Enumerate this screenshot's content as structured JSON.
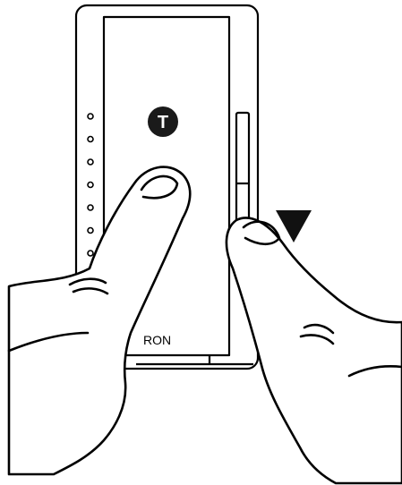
{
  "device": {
    "tap_badge_letter": "T",
    "brand_partial": "RON",
    "led_count": 8,
    "colors": {
      "stroke": "#000000",
      "fill": "#ffffff",
      "badge": "#1a1a1a",
      "arrow": "#111111"
    }
  },
  "indicators": {
    "arrow": "down-arrow-icon"
  }
}
